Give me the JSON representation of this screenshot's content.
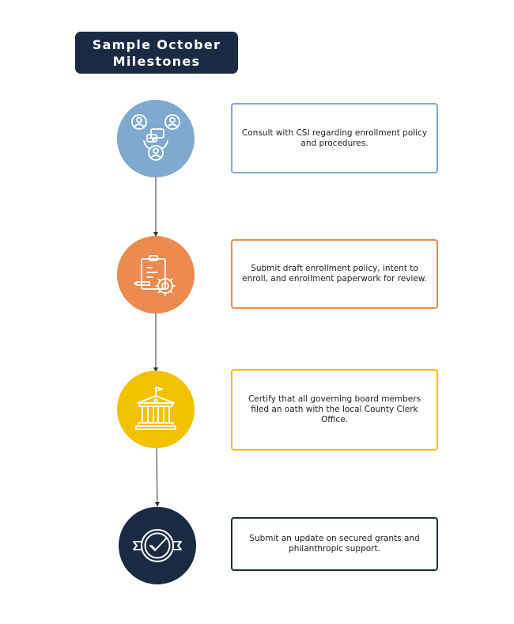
{
  "title": "Sample October Milestones",
  "colors": {
    "title_bg": "#1b2a43",
    "step1": "#7fa9cf",
    "step2": "#ec8a50",
    "step3": "#f2c200",
    "step4": "#1b2a43",
    "connector": "#333333"
  },
  "steps": [
    {
      "icon": "collaboration-people-icon",
      "color": "#7fa9cf",
      "text": "Consult with CSI regarding enrollment policy and procedures."
    },
    {
      "icon": "clipboard-gear-icon",
      "color": "#ec8a50",
      "text": "Submit draft enrollment policy, intent to enroll, and enrollment paperwork for review."
    },
    {
      "icon": "government-building-icon",
      "color": "#f2c200",
      "text": "Certify that all governing board members filed an oath with the local County Clerk Office."
    },
    {
      "icon": "approval-badge-icon",
      "color": "#1b2a43",
      "text": "Submit an update on secured grants and philanthropic support."
    }
  ]
}
